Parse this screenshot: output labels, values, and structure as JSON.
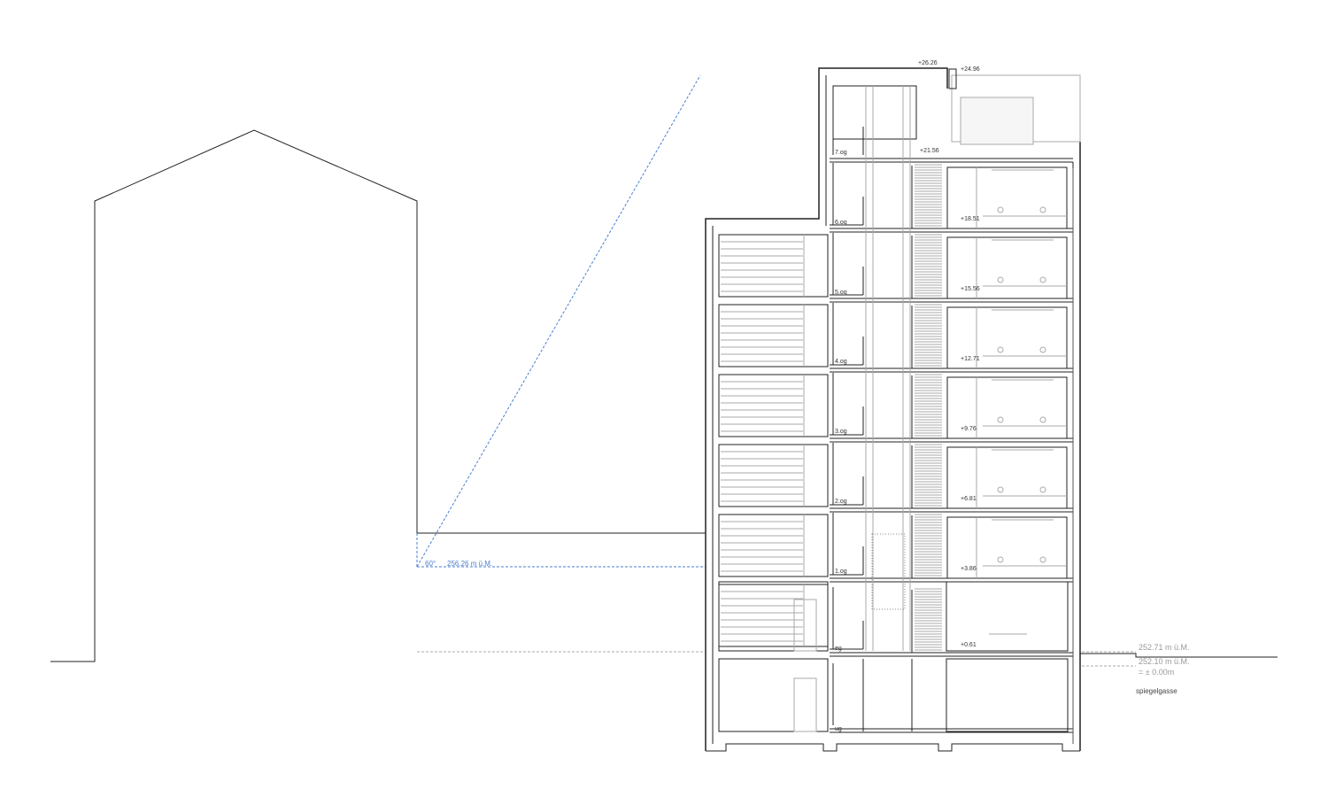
{
  "colors": {
    "line": "#222222",
    "light": "#aaaaaa",
    "blue": "#4a7fd0"
  },
  "angle_label": "60°",
  "neighbor_level": "256.26 m ü.M.",
  "ground_levels": {
    "street_top": "252.71 m ü.M.",
    "street_zero": "252.10 m ü.M.",
    "zero": "= ± 0.00m"
  },
  "street_name": "spiegelgasse",
  "level_marks": [
    "+26.26",
    "+24.96",
    "+21.56",
    "+18.51",
    "+15.56",
    "+12.71",
    "+9.76",
    "+6.81",
    "+3.86",
    "+0.61"
  ],
  "floors": [
    "7.og",
    "6.og",
    "5.og",
    "4.og",
    "3.og",
    "2.og",
    "1.og",
    "eg",
    "ug"
  ]
}
